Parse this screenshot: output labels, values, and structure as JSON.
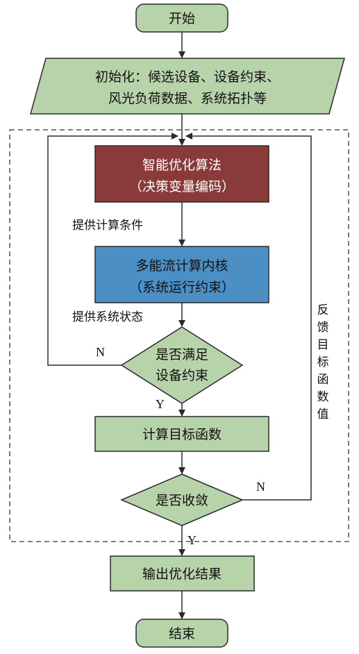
{
  "colors": {
    "green_fill": "#b7d3a9",
    "border": "#2a2a2a",
    "red_fill": "#8b3a3a",
    "blue_fill": "#4b8fc4"
  },
  "nodes": {
    "start": "开始",
    "init_line1": "初始化：候选设备、设备约束、",
    "init_line2": "风光负荷数据、系统拓扑等",
    "algo_line1": "智能优化算法",
    "algo_line2": "（决策变量编码）",
    "core_line1": "多能流计算内核",
    "core_line2": "（系统运行约束）",
    "check1_line1": "是否满足",
    "check1_line2": "设备约束",
    "calc": "计算目标函数",
    "check2": "是否收敛",
    "output": "输出优化结果",
    "end": "结束"
  },
  "labels": {
    "provide_calc": "提供计算条件",
    "provide_state": "提供系统状态",
    "n1": "N",
    "y1": "Y",
    "n2": "N",
    "y2": "Y",
    "feedback": [
      "反",
      "馈",
      "目",
      "标",
      "函",
      "数",
      "值"
    ]
  }
}
